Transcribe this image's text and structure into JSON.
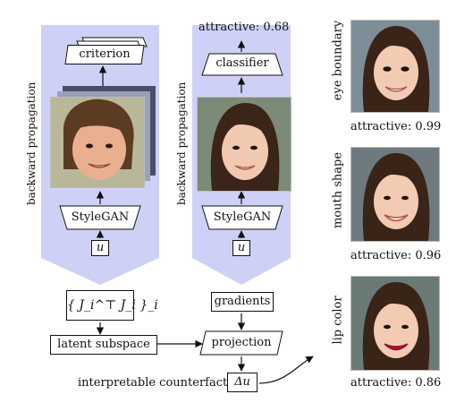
{
  "left_panel": {
    "criterion_label": "criterion",
    "side_label": "backward propagation",
    "generator_label": "StyleGAN",
    "input_symbol": "u",
    "jacobian_label": "{ J_i^⊤ J_i }_i",
    "subspace_label": "latent subspace",
    "counterfact_label": "interpretable counterfact"
  },
  "middle_panel": {
    "score_label": "attractive: 0.68",
    "classifier_label": "classifier",
    "side_label": "backward propagation",
    "generator_label": "StyleGAN",
    "input_symbol": "u",
    "gradients_label": "gradients",
    "projection_label": "projection",
    "delta_label": "Δu"
  },
  "results": [
    {
      "edit": "eye boundary",
      "score": "attractive: 0.99"
    },
    {
      "edit": "mouth shape",
      "score": "attractive: 0.96"
    },
    {
      "edit": "lip color",
      "score": "attractive: 0.86"
    }
  ],
  "colors": {
    "panel_fill": "#cfd0f5",
    "stroke": "#111111",
    "lip_highlight": "#c8102e"
  }
}
